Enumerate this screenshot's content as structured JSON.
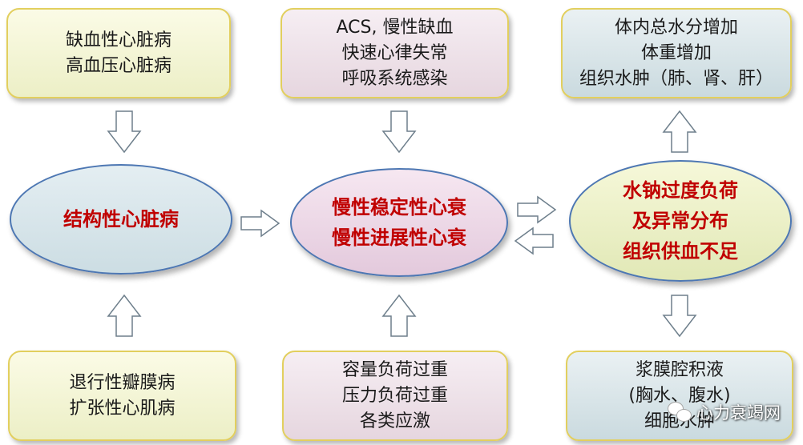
{
  "boxes": {
    "top_left": [
      "缺血性心脏病",
      "高血压心脏病"
    ],
    "top_mid": [
      "ACS, 慢性缺血",
      "快速心律失常",
      "呼吸系统感染"
    ],
    "top_right": [
      "体内总水分增加",
      "体重增加",
      "组织水肿（肺、肾、肝）"
    ],
    "bottom_left": [
      "退行性瓣膜病",
      "扩张性心肌病"
    ],
    "bottom_mid": [
      "容量负荷过重",
      "压力负荷过重",
      "各类应激"
    ],
    "bottom_right": [
      "浆膜腔积液",
      "(胸水、腹水)",
      "细胞水肿"
    ]
  },
  "ellipses": {
    "left": [
      "结构性心脏病"
    ],
    "mid": [
      "慢性稳定性心衰",
      "慢性进展性心衰"
    ],
    "right": [
      "水钠过度负荷",
      "及异常分布",
      "组织供血不足"
    ]
  },
  "watermark": {
    "text": "心力衰竭网",
    "icon": "wechat-icon"
  },
  "colors": {
    "ellipse_text": "#c00000",
    "box_border": "#e2cf5e",
    "ellipse_border": "#4d77b3"
  }
}
